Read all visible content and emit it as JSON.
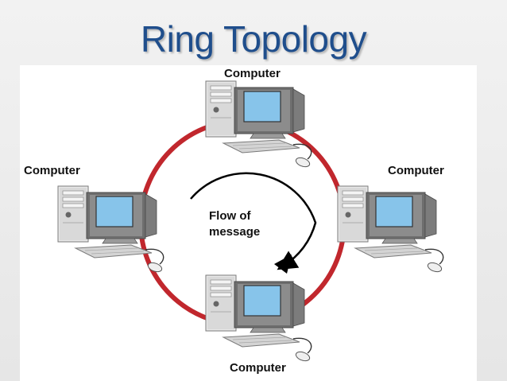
{
  "title": "Ring Topology",
  "nodes": {
    "top": "Computer",
    "left": "Computer",
    "right": "Computer",
    "bottom": "Computer"
  },
  "flow_label": {
    "line1": "Flow of",
    "line2": "message"
  },
  "colors": {
    "title": "#1f4e8c",
    "ring": "#c1272d",
    "screen": "#87c4ea",
    "arrow": "#000000"
  },
  "icons": [
    "computer-icon",
    "curved-arrow-icon"
  ]
}
